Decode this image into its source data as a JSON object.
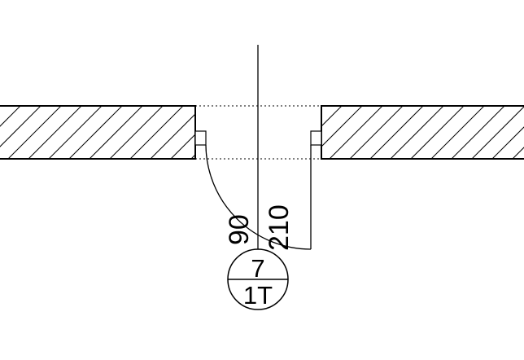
{
  "door_tag": {
    "number": "7",
    "type": "1T"
  },
  "dimensions": {
    "width": "90",
    "height": "210"
  },
  "colors": {
    "line": "#000000",
    "background": "#ffffff"
  }
}
